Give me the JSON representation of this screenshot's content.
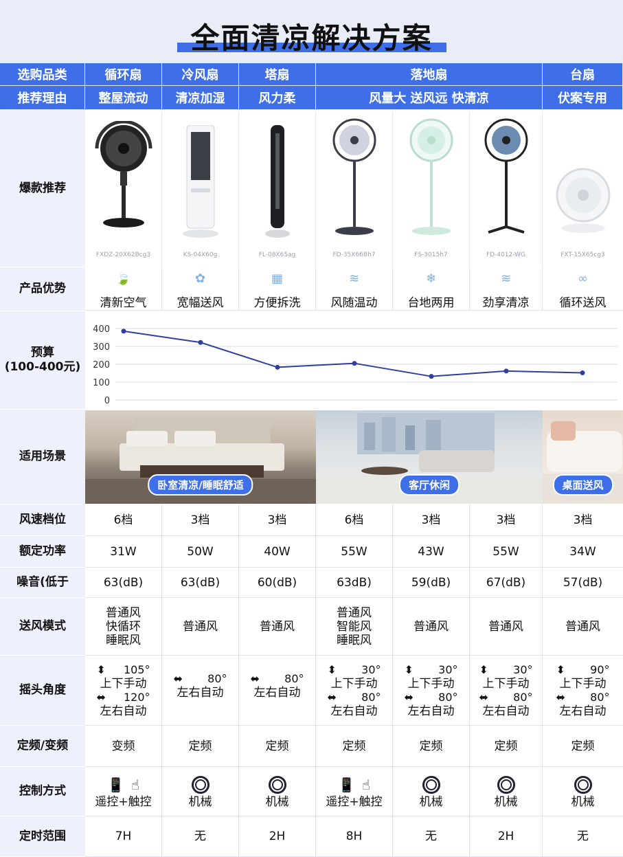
{
  "title": "全面清凉解决方案",
  "labels": {
    "category": "选购品类",
    "reason": "推荐理由",
    "hot": "爆款推荐",
    "advantage": "产品优势",
    "budget": "预算\n(100-400元)",
    "scene": "适用场景",
    "speed": "风速档位",
    "power": "额定功率",
    "noise": "噪音(低于",
    "mode": "送风模式",
    "swing": "摇头角度",
    "freq": "定频/变频",
    "control": "控制方式",
    "timer": "定时范围"
  },
  "categories": [
    "循环扇",
    "冷风扇",
    "塔扇",
    "落地扇",
    "台扇"
  ],
  "reasons": [
    "整屋流动",
    "清凉加湿",
    "风力柔",
    "风量大 送风远 快清凉",
    "伏案专用"
  ],
  "models": [
    "FXDZ-20X62Bcg3",
    "KS-04X60g",
    "FL-08X65ag",
    "FD-35X66Bh7",
    "FS-3015h7",
    "FD-4012-WG",
    "FXT-15X65cg3"
  ],
  "advantages": [
    "清新空气",
    "宽幅送风",
    "方便拆洗",
    "风随温动",
    "台地两用",
    "劲享清凉",
    "循环送风"
  ],
  "scenes": [
    "卧室清凉/睡眠舒适",
    "客厅休闲",
    "桌面送风"
  ],
  "speed": [
    "6档",
    "3档",
    "3档",
    "6档",
    "3档",
    "3档",
    "3档"
  ],
  "power": [
    "31W",
    "50W",
    "40W",
    "55W",
    "43W",
    "55W",
    "34W"
  ],
  "noise": [
    "63(dB)",
    "63(dB)",
    "60(dB)",
    "63dB)",
    "59(dB)",
    "67(dB)",
    "57(dB)"
  ],
  "modes": [
    [
      "普通风",
      "快循环",
      "睡眠风"
    ],
    [
      "普通风"
    ],
    [
      "普通风"
    ],
    [
      "普通风",
      "智能风",
      "睡眠风"
    ],
    [
      "普通风"
    ],
    [
      "普通风"
    ],
    [
      "普通风"
    ]
  ],
  "swing": [
    {
      "v": "105°",
      "vl": "上下手动",
      "h": "120°",
      "hl": "左右自动"
    },
    {
      "h": "80°",
      "hl": "左右自动"
    },
    {
      "h": "80°",
      "hl": "左右自动"
    },
    {
      "v": "30°",
      "vl": "上下手动",
      "h": "80°",
      "hl": "左右自动"
    },
    {
      "v": "30°",
      "vl": "上下手动",
      "h": "80°",
      "hl": "左右自动"
    },
    {
      "v": "30°",
      "vl": "上下手动",
      "h": "80°",
      "hl": "左右自动"
    },
    {
      "v": "90°",
      "vl": "上下手动",
      "h": "80°",
      "hl": "左右自动"
    }
  ],
  "freq": [
    "变频",
    "定频",
    "定频",
    "定频",
    "定频",
    "定频",
    "定频"
  ],
  "control": [
    "遥控+触控",
    "机械",
    "机械",
    "遥控+触控",
    "机械",
    "机械",
    "机械"
  ],
  "timer": [
    "7H",
    "无",
    "2H",
    "8H",
    "无",
    "2H",
    "无"
  ],
  "chart_data": {
    "type": "line",
    "title": "",
    "xlabel": "",
    "ylabel": "",
    "ylim": [
      0,
      400
    ],
    "yticks": [
      0,
      100,
      200,
      300,
      400
    ],
    "categories": [
      "FXDZ-20X62Bcg3",
      "KS-04X60g",
      "FL-08X65ag",
      "FD-35X66Bh7",
      "FS-3015h7",
      "FD-4012-WG",
      "FXT-15X65cg3"
    ],
    "values": [
      385,
      322,
      183,
      205,
      132,
      162,
      152
    ],
    "grid": true,
    "color": "#2f3f9e"
  }
}
